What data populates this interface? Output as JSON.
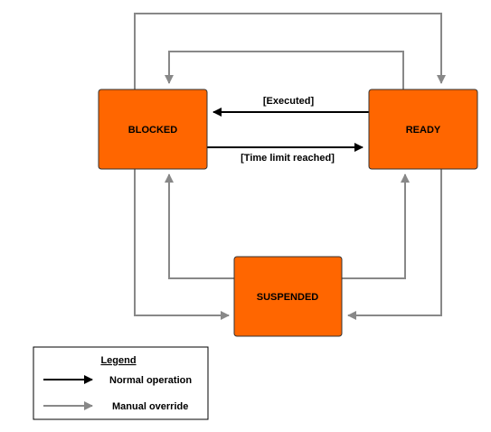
{
  "colors": {
    "node_fill": "#ff6600",
    "node_border": "#333333",
    "normal_arrow": "#000000",
    "manual_arrow": "#888888"
  },
  "nodes": {
    "blocked": "BLOCKED",
    "ready": "READY",
    "suspended": "SUSPENDED"
  },
  "edges": {
    "ready_to_blocked": "[Executed]",
    "blocked_to_ready": "[Time limit reached]"
  },
  "legend": {
    "title": "Legend",
    "normal": "Normal operation",
    "manual": "Manual override"
  }
}
